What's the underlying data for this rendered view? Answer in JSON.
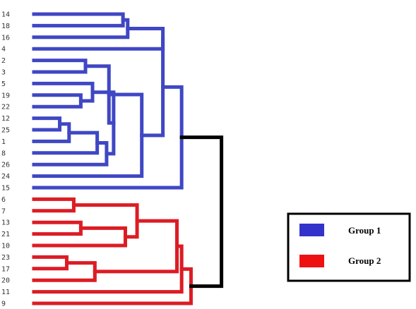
{
  "chart_data": {
    "type": "dendrogram",
    "title": "",
    "leaves": [
      "14",
      "18",
      "16",
      "4",
      "2",
      "3",
      "5",
      "19",
      "22",
      "12",
      "25",
      "1",
      "8",
      "26",
      "24",
      "15",
      "6",
      "7",
      "13",
      "21",
      "10",
      "23",
      "17",
      "20",
      "11",
      "9"
    ],
    "merges": [
      {
        "a": "L:14",
        "b": "L:18",
        "h": 0.38,
        "group": 1
      },
      {
        "a": "M:0",
        "b": "L:16",
        "h": 0.4,
        "group": 1
      },
      {
        "a": "M:1",
        "b": "L:4",
        "h": 0.55,
        "group": 1
      },
      {
        "a": "L:2",
        "b": "L:3",
        "h": 0.22,
        "group": 1
      },
      {
        "a": "L:19",
        "b": "L:22",
        "h": 0.2,
        "group": 1
      },
      {
        "a": "L:5",
        "b": "M:4",
        "h": 0.25,
        "group": 1
      },
      {
        "a": "L:12",
        "b": "L:25",
        "h": 0.11,
        "group": 1
      },
      {
        "a": "M:6",
        "b": "L:1",
        "h": 0.15,
        "group": 1
      },
      {
        "a": "M:7",
        "b": "L:8",
        "h": 0.27,
        "group": 1
      },
      {
        "a": "M:8",
        "b": "L:26",
        "h": 0.31,
        "group": 1
      },
      {
        "a": "M:5",
        "b": "M:9",
        "h": 0.34,
        "group": 1
      },
      {
        "a": "M:3",
        "b": "M:10",
        "h": 0.32,
        "group": 1
      },
      {
        "a": "M:11",
        "b": "L:24",
        "h": 0.46,
        "group": 1
      },
      {
        "a": "M:2",
        "b": "M:12",
        "h": 0.55,
        "group": 1
      },
      {
        "a": "M:13",
        "b": "L:15",
        "h": 0.63,
        "group": 1
      },
      {
        "a": "L:6",
        "b": "L:7",
        "h": 0.17,
        "group": 2
      },
      {
        "a": "L:13",
        "b": "L:21",
        "h": 0.2,
        "group": 2
      },
      {
        "a": "M:16",
        "b": "L:10",
        "h": 0.39,
        "group": 2
      },
      {
        "a": "M:15",
        "b": "M:17",
        "h": 0.44,
        "group": 2
      },
      {
        "a": "L:23",
        "b": "L:17",
        "h": 0.14,
        "group": 2
      },
      {
        "a": "M:19",
        "b": "L:20",
        "h": 0.26,
        "group": 2
      },
      {
        "a": "M:18",
        "b": "M:20",
        "h": 0.61,
        "group": 2
      },
      {
        "a": "M:21",
        "b": "L:11",
        "h": 0.63,
        "group": 2
      },
      {
        "a": "M:22",
        "b": "L:9",
        "h": 0.67,
        "group": 2
      },
      {
        "a": "M:14",
        "b": "M:23",
        "h": 0.8,
        "group": 0
      }
    ],
    "xlim": [
      0,
      1
    ],
    "colors": {
      "group1": "#3f47c4",
      "group2": "#dc1c24",
      "root": "#000000"
    },
    "legend": {
      "position": "right",
      "items": [
        {
          "label": "Group 1",
          "color": "#3333cc"
        },
        {
          "label": "Group 2",
          "color": "#ee1111"
        }
      ]
    }
  }
}
